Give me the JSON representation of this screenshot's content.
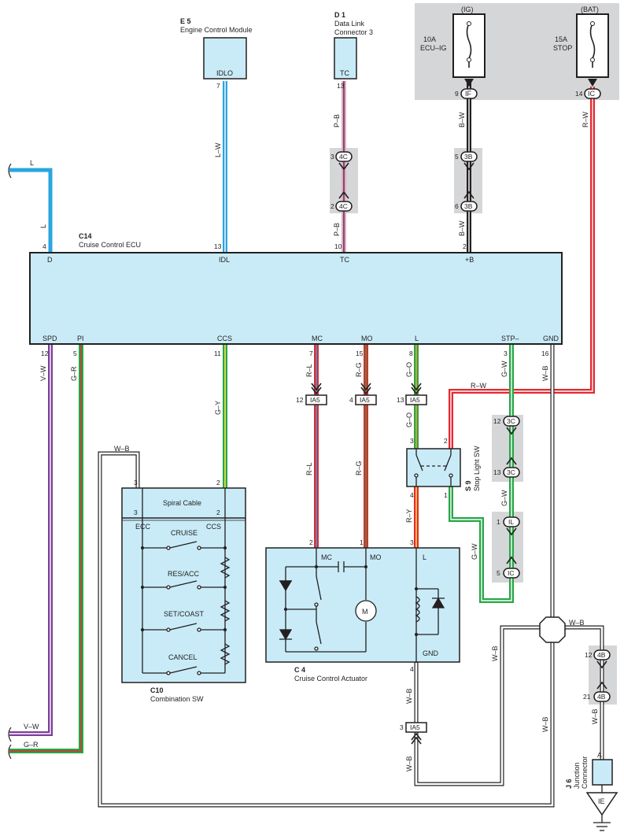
{
  "components": {
    "e5": {
      "code": "E 5",
      "name": "Engine Control Module",
      "pin_label": "IDLO",
      "pin_num": "7"
    },
    "d1": {
      "code": "D 1",
      "name1": "Data Link",
      "name2": "Connector 3",
      "pin_label": "TC",
      "pin_num": "13"
    },
    "fuse_ig": {
      "source": "(IG)",
      "rating": "10A",
      "name": "ECU–IG",
      "conn": "IF",
      "conn_pin": "9"
    },
    "fuse_bat": {
      "source": "(BAT)",
      "rating": "15A",
      "name": "STOP",
      "conn": "IC",
      "conn_pin": "14"
    },
    "ecu": {
      "code": "C14",
      "name": "Cruise Control ECU",
      "top_pins": [
        {
          "label": "D",
          "num": "4"
        },
        {
          "label": "IDL",
          "num": "13"
        },
        {
          "label": "TC",
          "num": "10"
        },
        {
          "label": "+B",
          "num": "2"
        }
      ],
      "bottom_pins": [
        {
          "label": "SPD",
          "num": "12"
        },
        {
          "label": "PI",
          "num": "5"
        },
        {
          "label": "CCS",
          "num": "11"
        },
        {
          "label": "MC",
          "num": "7"
        },
        {
          "label": "MO",
          "num": "15"
        },
        {
          "label": "L",
          "num": "8"
        },
        {
          "label": "STP–",
          "num": "3"
        },
        {
          "label": "GND",
          "num": "16"
        }
      ]
    },
    "c10": {
      "code": "C10",
      "name": "Combination SW",
      "spiral": "Spiral Cable",
      "pin_ecc": "ECC",
      "pin_ccs": "CCS",
      "pin3": "3",
      "pin2": "2",
      "switches": [
        "CRUISE",
        "RES/ACC",
        "SET/COAST",
        "CANCEL"
      ]
    },
    "c4": {
      "code": "C 4",
      "name": "Cruise Control Actuator",
      "pins": [
        {
          "label": "MC",
          "num": "2"
        },
        {
          "label": "MO",
          "num": "1"
        },
        {
          "label": "L",
          "num": "3"
        },
        {
          "label": "GND",
          "num": "4"
        }
      ],
      "motor": "M"
    },
    "s9": {
      "code": "S 9",
      "name": "Stop Light SW",
      "pin3": "3",
      "pin2": "2",
      "pin4": "4",
      "pin1": "1"
    },
    "j6": {
      "code": "J 6",
      "name1": "Junction",
      "name2": "Connector",
      "pin": "A",
      "ground": "IE"
    }
  },
  "connectors": {
    "c4c_top": {
      "id": "4C",
      "pin": "3"
    },
    "c4c_bot": {
      "id": "4C",
      "pin": "2"
    },
    "c3b_top": {
      "id": "3B",
      "pin": "5"
    },
    "c3b_bot": {
      "id": "3B",
      "pin": "6"
    },
    "ia5_mc": {
      "id": "IA5",
      "pin": "12"
    },
    "ia5_mo": {
      "id": "IA5",
      "pin": "4"
    },
    "ia5_l": {
      "id": "IA5",
      "pin": "13"
    },
    "ia5_gnd": {
      "id": "IA5",
      "pin": "3"
    },
    "c3c_top": {
      "id": "3C",
      "pin": "12"
    },
    "c3c_bot": {
      "id": "3C",
      "pin": "13"
    },
    "il": {
      "id": "IL",
      "pin": "1"
    },
    "ic_bot": {
      "id": "IC",
      "pin": "5"
    },
    "c4b_top": {
      "id": "4B",
      "pin": "12"
    },
    "c4b_bot": {
      "id": "4B",
      "pin": "21"
    }
  },
  "wires": {
    "l": "L",
    "lw": "L–W",
    "pb": "P–B",
    "bw": "B–W",
    "rw": "R–W",
    "vw": "V–W",
    "gr": "G–R",
    "gy": "G–Y",
    "rl": "R–L",
    "rg": "R–G",
    "go": "G–O",
    "gw": "G–W",
    "wb": "W–B",
    "ry": "R–Y"
  },
  "colors": {
    "blue": "#2aa5e0",
    "pink": "#e8a9c6",
    "red": "#e4282f",
    "purple": "#7b3f98",
    "green": "#27a646",
    "yellow": "#f2e84a",
    "ecu_fill": "#c8ebf7",
    "shade": "#d5d6d8"
  }
}
